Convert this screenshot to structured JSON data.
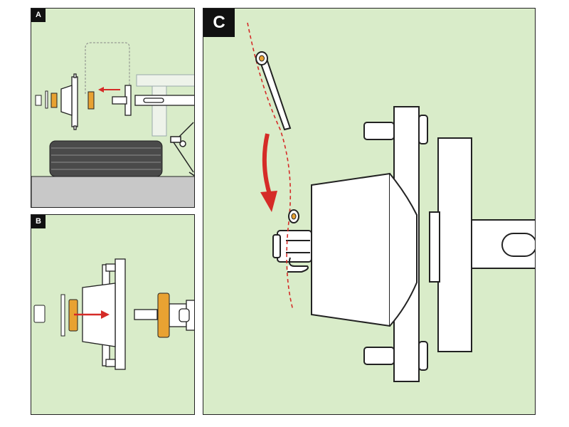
{
  "panels": {
    "a": {
      "label": "A"
    },
    "b": {
      "label": "B"
    },
    "c": {
      "label": "C"
    }
  },
  "colors": {
    "panel_bg": "#d9ecc9",
    "outline": "#222222",
    "bearing": "#e8a232",
    "arrow": "#d52b27",
    "ground": "#c8c8c8",
    "tire": "#4a4a4a"
  },
  "icons": {
    "direction_arrow": "red-arrow-icon",
    "cotter_pin": "cotter-pin-icon"
  }
}
